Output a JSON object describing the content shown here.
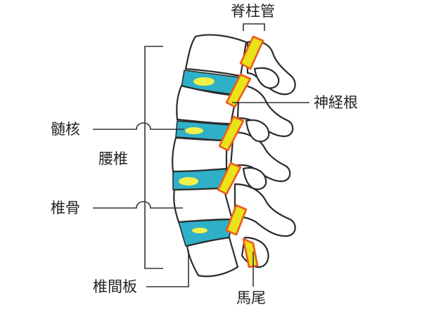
{
  "labels": {
    "spinal_canal": "脊柱管",
    "nerve_root": "神経根",
    "nucleus": "髄核",
    "lumbar": "腰椎",
    "vertebra": "椎骨",
    "disc": "椎間板",
    "cauda_equina": "馬尾"
  },
  "colors": {
    "disc": "#2fb0c8",
    "nucleus": "#f2f04a",
    "canal_fill": "#e9e318",
    "canal_outline": "#ef5a1e",
    "outline": "#2b2b2b"
  }
}
